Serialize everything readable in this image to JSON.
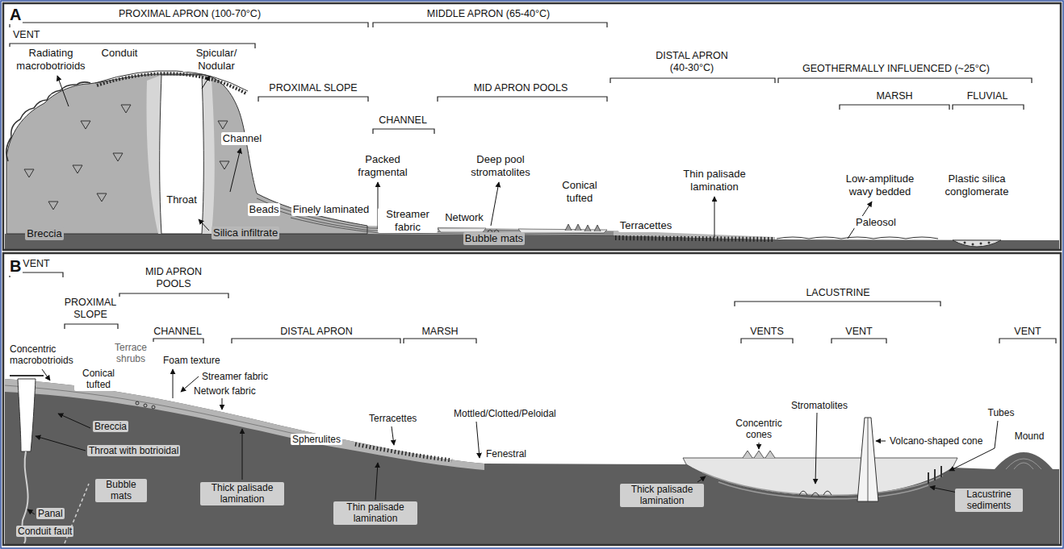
{
  "diagram": {
    "labels": [
      "A",
      "PROXIMAL APRON (100-70°C)",
      "MIDDLE APRON (65-40°C)",
      "DISTAL APRON (40-30°C)",
      "GEOTHERMALLY INFLUENCED (~25°C)",
      "VENT",
      "PROXIMAL SLOPE",
      "CHANNEL",
      "MID APRON POOLS",
      "MARSH",
      "FLUVIAL",
      "Radiating macrobotrioids",
      "Conduit",
      "Spicular/ Nodular",
      "Channel",
      "Packed fragmental",
      "Deep pool stromatolites",
      "Conical tufted",
      "Thin palisade lamination",
      "Low-amplitude wavy bedded",
      "Plastic silica conglomerate",
      "Throat",
      "Beads",
      "Finely laminated",
      "Streamer fabric",
      "Network",
      "Terracettes",
      "Paleosol",
      "Breccia",
      "Silica infiltrate",
      "Bubble mats",
      "B",
      "VENT",
      "MID APRON POOLS",
      "PROXIMAL SLOPE",
      "CHANNEL",
      "DISTAL APRON",
      "MARSH",
      "LACUSTRINE",
      "VENTS",
      "VENT",
      "VENT",
      "Concentric macrobotrioids",
      "Terrace shrubs",
      "Conical tufted",
      "Foam texture",
      "Streamer fabric",
      "Network fabric",
      "Spherulites",
      "Terracettes",
      "Mottled/Clotted/Peloidal",
      "Fenestral",
      "Breccia",
      "Throat with botrioidal",
      "Bubble mats",
      "Thick palisade lamination",
      "Thin palisade lamination",
      "Panal",
      "Conduit fault",
      "Stromatolites",
      "Concentric cones",
      "Volcano-shaped cone",
      "Tubes",
      "Mound",
      "Thick palisade lamination",
      "Lacustrine sediments"
    ]
  }
}
